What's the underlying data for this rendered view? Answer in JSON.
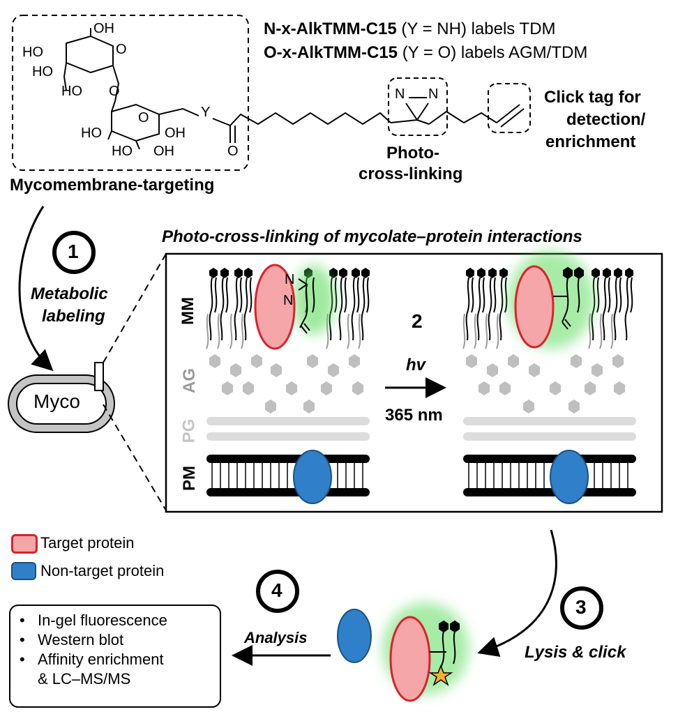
{
  "probe": {
    "n_name": "N-x-AlkTMM-C15",
    "n_cond": "(Y = NH) labels TDM",
    "o_name": "O-x-AlkTMM-C15",
    "o_cond": "(Y = O) labels AGM/TDM"
  },
  "structure": {
    "oh": "OH",
    "ho": "HO",
    "o": "O",
    "y": "Y",
    "n": "N"
  },
  "labels": {
    "mycomembrane": "Mycomembrane-targeting",
    "photo_line1": "Photo-",
    "photo_line2": "cross-linking",
    "click_line1": "Click tag for",
    "click_line2": "detection/",
    "click_line3": "enrichment",
    "panel_title": "Photo-cross-linking  of mycolate–protein  interactions",
    "myco": "Myco"
  },
  "steps": [
    {
      "num": "1",
      "line1": "Metabolic",
      "line2": "labeling"
    },
    {
      "num": "2",
      "line1": "hv",
      "line2": "365 nm"
    },
    {
      "num": "3",
      "line1": "Lysis & click"
    },
    {
      "num": "4",
      "line1": "Analysis"
    }
  ],
  "layers": [
    "MM",
    "AG",
    "PG",
    "PM"
  ],
  "legend": [
    {
      "label": "Target protein",
      "color": "#f4a6a8",
      "border": "#d8222a"
    },
    {
      "label": "Non-target protein",
      "color": "#2f80c8",
      "border": "#1a4f86"
    }
  ],
  "analysis": [
    "In-gel fluorescence",
    "Western blot",
    "Affinity enrichment",
    "& LC–MS/MS"
  ],
  "colors": {
    "target_fill": "#f4a6a8",
    "target_stroke": "#d8222a",
    "nontarget_fill": "#2f80c8",
    "glow": "#4fd84f",
    "star": "#f6b12a"
  }
}
